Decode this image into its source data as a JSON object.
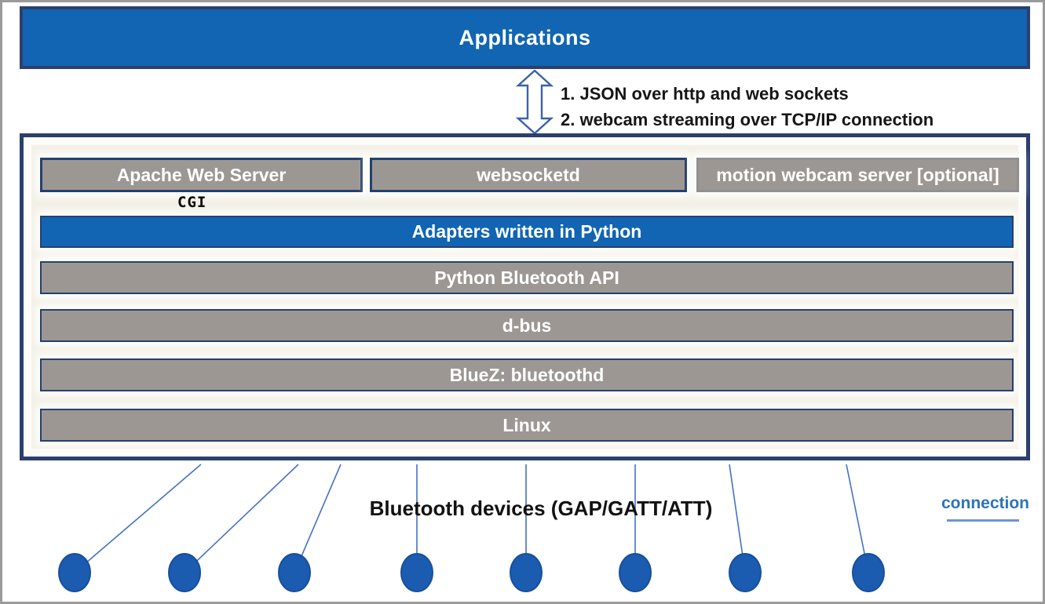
{
  "colors": {
    "bar_blue": "#1165b2",
    "border_navy": "#2c3f6e",
    "box_gray": "#9d9793",
    "box_border": "#24406f",
    "optional_box_border": "#8e9094",
    "panel_cream": "#f3f1e7",
    "connector_blue": "#4472c4",
    "device_blue": "#1b5cb0",
    "device_border": "#174f9c",
    "legend_blue": "#2e74b5",
    "legend_line": "#6b95d6",
    "frame_gray": "#9a9a9a",
    "arrow_outline": "#3a62a8",
    "text_black": "#161616"
  },
  "top_bar": {
    "label": "Applications"
  },
  "arrow_notes": {
    "line1": "1. JSON over http and web sockets",
    "line2": "2. webcam streaming over TCP/IP connection"
  },
  "stack": {
    "row1": [
      {
        "label": "Apache Web Server"
      },
      {
        "label": "websocketd"
      },
      {
        "label": "motion webcam server [optional]"
      }
    ],
    "cgi_label": "CGI",
    "layers": [
      {
        "label": "Adapters written in Python",
        "type": "blue"
      },
      {
        "label": "Python Bluetooth API",
        "type": "gray"
      },
      {
        "label": "d-bus",
        "type": "gray"
      },
      {
        "label": "BlueZ: bluetoothd",
        "type": "gray"
      },
      {
        "label": "Linux",
        "type": "gray"
      }
    ]
  },
  "bottom": {
    "devices_label": "Bluetooth devices (GAP/GATT/ATT)",
    "legend_label": "connection",
    "device_count": 8
  }
}
